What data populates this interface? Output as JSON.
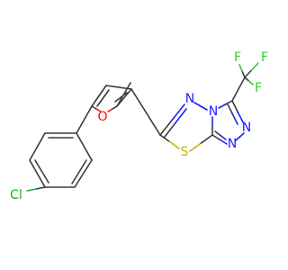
{
  "colors": {
    "background": "#ffffff",
    "carbon_bond": "#3b3b3b",
    "oxygen": "#ff0d0d",
    "nitrogen": "#2020ff",
    "sulfur": "#c8b400",
    "fluorine": "#33cc33",
    "chlorine": "#1fb01f"
  },
  "atom_labels": {
    "oxygen": "O",
    "sulfur": "S",
    "nitrogen_1": "N",
    "nitrogen_2": "N",
    "nitrogen_3": "N",
    "nitrogen_4": "N",
    "fluorine_1": "F",
    "fluorine_2": "F",
    "fluorine_3": "F",
    "chlorine": "Cl"
  }
}
